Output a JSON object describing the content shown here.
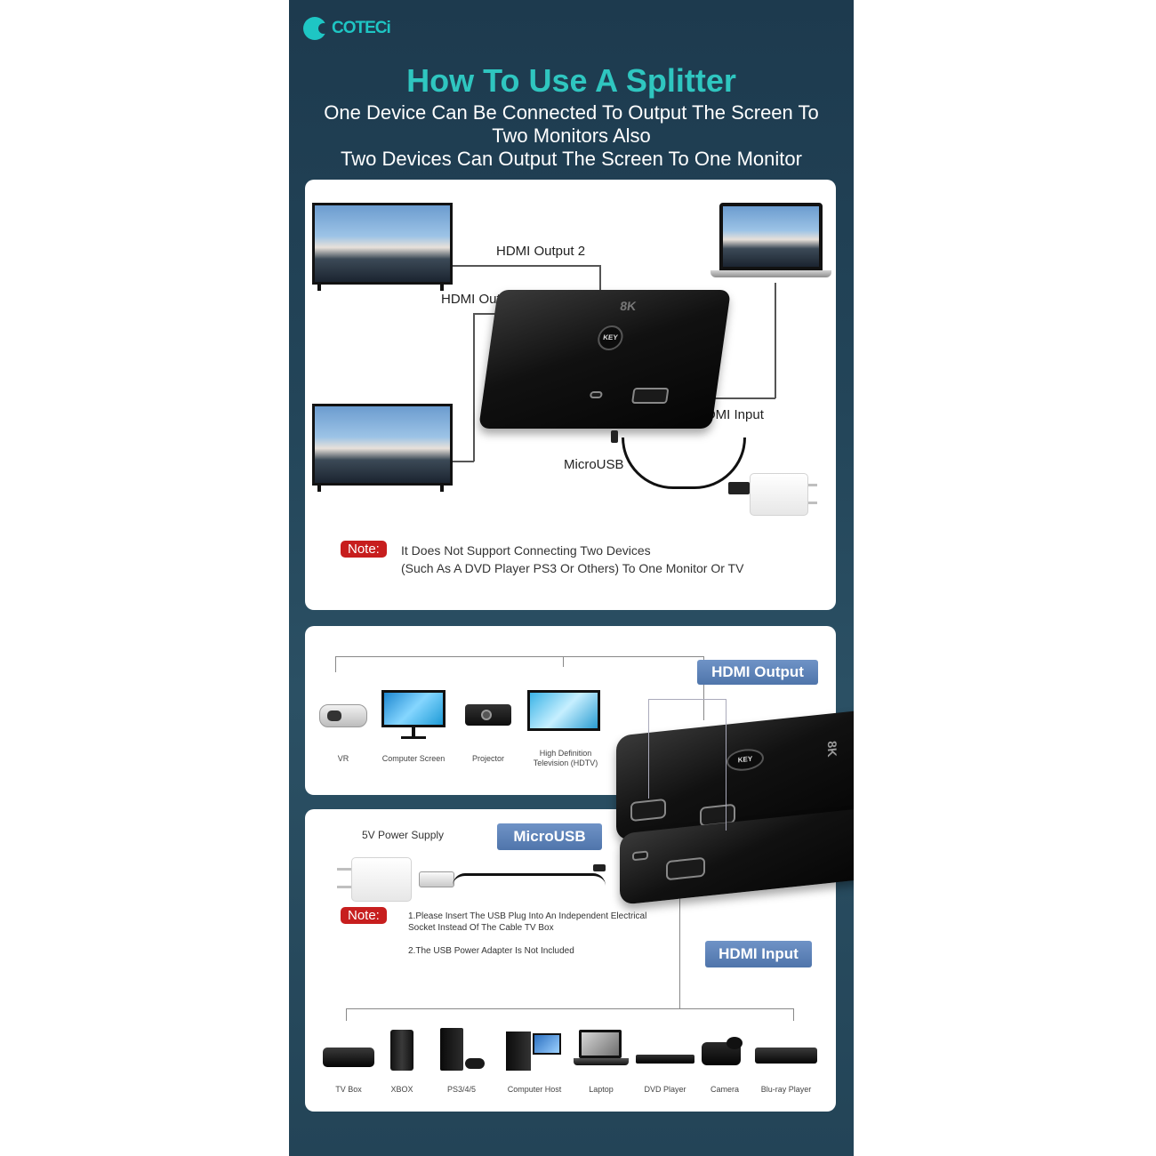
{
  "brand": {
    "name": "COTECi",
    "color": "#1ec6c4"
  },
  "title": "How To Use A Splitter",
  "subtitle": [
    "One Device Can Be Connected To Output The Screen To",
    "Two Monitors Also",
    "Two Devices Can Output The Screen To One Monitor"
  ],
  "diagram": {
    "output2": "HDMI Output 2",
    "output1": "HDMI Output 1",
    "input": "HDMI Input",
    "microusb": "MicroUSB",
    "badge": "8K",
    "key": "KEY"
  },
  "note1": {
    "badge": "Note:",
    "line1": "It Does Not Support Connecting Two Devices",
    "line2": "(Such As A DVD Player PS3 Or Others) To One Monitor Or TV"
  },
  "output_panel": {
    "tag": "HDMI Output",
    "devices": [
      "VR",
      "Computer Screen",
      "Projector",
      "High Definition Television (HDTV)"
    ]
  },
  "power_panel": {
    "supply_label": "5V Power Supply",
    "tag": "MicroUSB",
    "note_badge": "Note:",
    "note_line1": "1.Please Insert The USB Plug Into An Independent Electrical",
    "note_line2": "Socket Instead Of The Cable TV Box",
    "note_line3": "2.The USB Power Adapter Is Not Included",
    "input_tag": "HDMI Input",
    "devices": [
      "TV Box",
      "XBOX",
      "PS3/4/5",
      "Computer Host",
      "Laptop",
      "DVD Player",
      "Camera",
      "Blu-ray Player"
    ]
  },
  "colors": {
    "accent": "#2fc6c0",
    "note": "#c71e1e",
    "tag": "#5b80b5",
    "background": "#234559"
  }
}
